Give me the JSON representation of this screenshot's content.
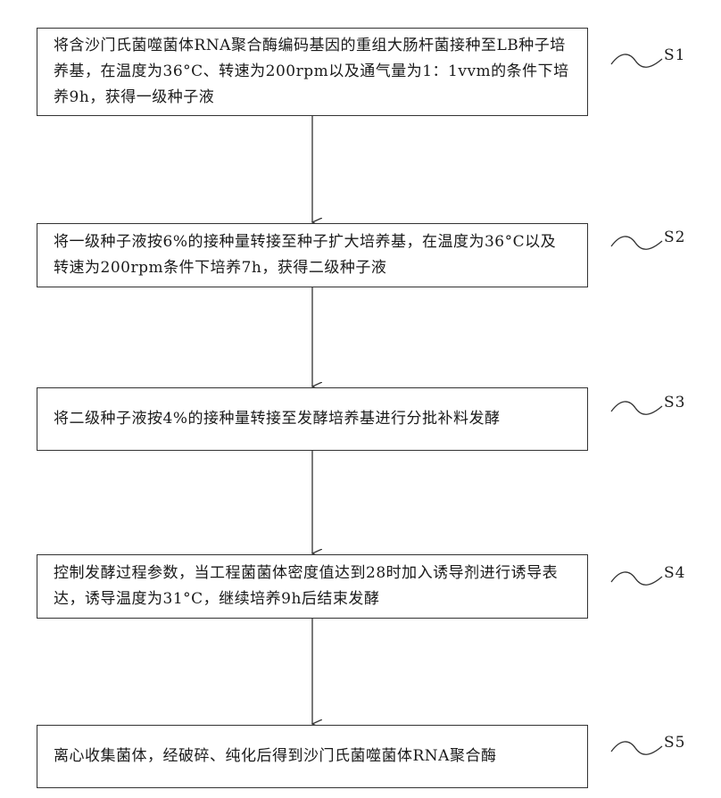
{
  "steps": [
    {
      "id": "S1",
      "text": "将含沙门氏菌噬菌体RNA聚合酶编码基因的重组大肠杆菌接种至LB种子培养基，在温度为36°C、转速为200rpm以及通气量为1：1vvm的条件下培养9h，获得一级种子液"
    },
    {
      "id": "S2",
      "text": "将一级种子液按6%的接种量转接至种子扩大培养基，在温度为36°C以及转速为200rpm条件下培养7h，获得二级种子液"
    },
    {
      "id": "S3",
      "text": "将二级种子液按4%的接种量转接至发酵培养基进行分批补料发酵"
    },
    {
      "id": "S4",
      "text": "控制发酵过程参数，当工程菌菌体密度值达到28时加入诱导剂进行诱导表达，诱导温度为31°C，继续培养9h后结束发酵"
    },
    {
      "id": "S5",
      "text": "离心收集菌体，经破碎、纯化后得到沙门氏菌噬菌体RNA聚合酶"
    }
  ]
}
